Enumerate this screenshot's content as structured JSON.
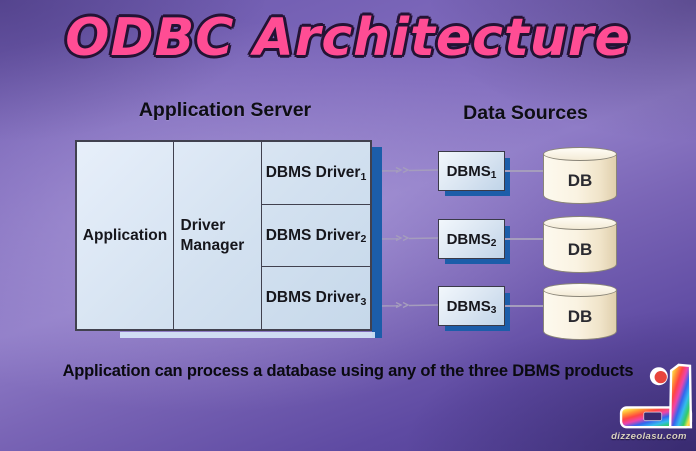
{
  "title": "ODBC Architecture",
  "headings": {
    "application_server": "Application Server",
    "data_sources": "Data Sources"
  },
  "diagram": {
    "application_label": "Application",
    "driver_manager_label": "Driver Manager",
    "drivers": [
      {
        "label": "DBMS Driver",
        "sub": "1"
      },
      {
        "label": "DBMS Driver",
        "sub": "2"
      },
      {
        "label": "DBMS Driver",
        "sub": "3"
      }
    ],
    "dbms_boxes": [
      {
        "label": "DBMS",
        "sub": "1"
      },
      {
        "label": "DBMS",
        "sub": "2"
      },
      {
        "label": "DBMS",
        "sub": "3"
      }
    ],
    "databases": [
      {
        "label": "DB"
      },
      {
        "label": "DB"
      },
      {
        "label": "DB"
      }
    ]
  },
  "caption": "Application can process a database using any of the three DBMS products",
  "watermark": {
    "site_text": "dizzeolasu.com"
  },
  "colors": {
    "background_purple": "#7a65b6",
    "title_pink": "#ff4d94",
    "title_outline": "#241334",
    "box_fill_blue": "#d3e1f0",
    "shadow_blue": "#1c5da9",
    "cylinder_cream": "#faf3e2",
    "text_black": "#0e0e14"
  }
}
